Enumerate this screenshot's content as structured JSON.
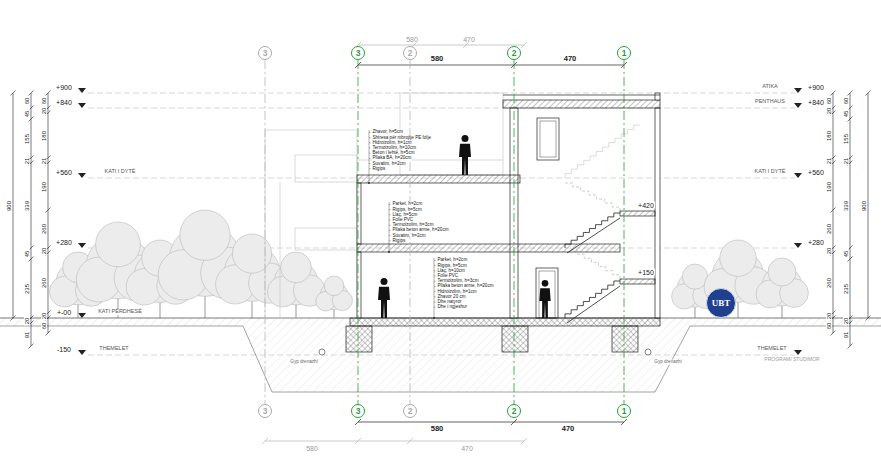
{
  "diagram": {
    "nodes": [
      {
        "text": [
          "3"
        ]
      },
      {
        "text": [
          "3"
        ]
      },
      {
        "text": [
          "2"
        ]
      },
      {
        "text": [
          "2"
        ]
      },
      {
        "text": [
          "1"
        ]
      },
      {
        "text": [
          "3"
        ]
      },
      {
        "text": [
          "3"
        ]
      },
      {
        "text": [
          "2"
        ]
      },
      {
        "text": [
          "2"
        ]
      },
      {
        "text": [
          "1"
        ]
      },
      {
        "text": [
          "UBT"
        ]
      }
    ],
    "edges": [
      {
        "from": 0,
        "to": 5,
        "arrow": "none"
      },
      {
        "from": 1,
        "to": 6,
        "arrow": "none"
      },
      {
        "from": 2,
        "to": 7,
        "arrow": "none"
      },
      {
        "from": 3,
        "to": 8,
        "arrow": "none"
      },
      {
        "from": 4,
        "to": 9,
        "arrow": "none"
      }
    ],
    "labels": [
      "580",
      "470",
      "580",
      "470",
      "580",
      "470",
      "580",
      "470",
      "+900",
      "+840",
      "+560",
      "+280",
      "+-00",
      "-150",
      "KATI I DYTË",
      "KATI PËRDHESË",
      "THEMELET",
      "ATIKA",
      "+900",
      "PENTHAUS",
      "+840",
      "KATI I DYTË",
      "+560",
      "+280",
      "THEMELET",
      "PROGRAMI STUDIMOR",
      "+420",
      "+150",
      "Gyp drenazhi",
      "Gyp drenazhi",
      "60",
      "20",
      "180",
      "21",
      "190",
      "260",
      "20",
      "260",
      "20",
      "60",
      "60",
      "45",
      "155",
      "21",
      "339",
      "45",
      "235",
      "20",
      "91",
      "900",
      "60",
      "20",
      "180",
      "21",
      "190",
      "260",
      "20",
      "260",
      "20",
      "60",
      "60",
      "45",
      "155",
      "21",
      "339",
      "45",
      "235",
      "20",
      "91",
      "900",
      "Zhavor, h=5cm",
      "Shtresa për mbrojtje PE folje",
      "Hidroizolim, h=1cm",
      "Termoizolim, h=10cm",
      "Beton i lehtë, h=5cm",
      "Pllaka BA, h=20cm",
      "Suvatim, h=2cm",
      "Rigips",
      "Parket, h=2cm",
      "Rigips, h=5cm",
      "Llaç, h=5cm",
      "Folie PVC",
      "Termoizolim, h=3cm",
      "Pllaka beton arme, h=20cm",
      "Suvatim, h=2cm",
      "Rigips",
      "Parket, h=2cm",
      "Rigips, h=5cm",
      "Llaç, h=10cm",
      "Folie PVC",
      "Termoizolim, h=3cm",
      "Pllaka beton arme, h=20cm",
      "Hidroizolim, h=1cm",
      "Zhavor 20 cm",
      "Dhe natyror",
      "Dhe i ngjeshur"
    ]
  }
}
